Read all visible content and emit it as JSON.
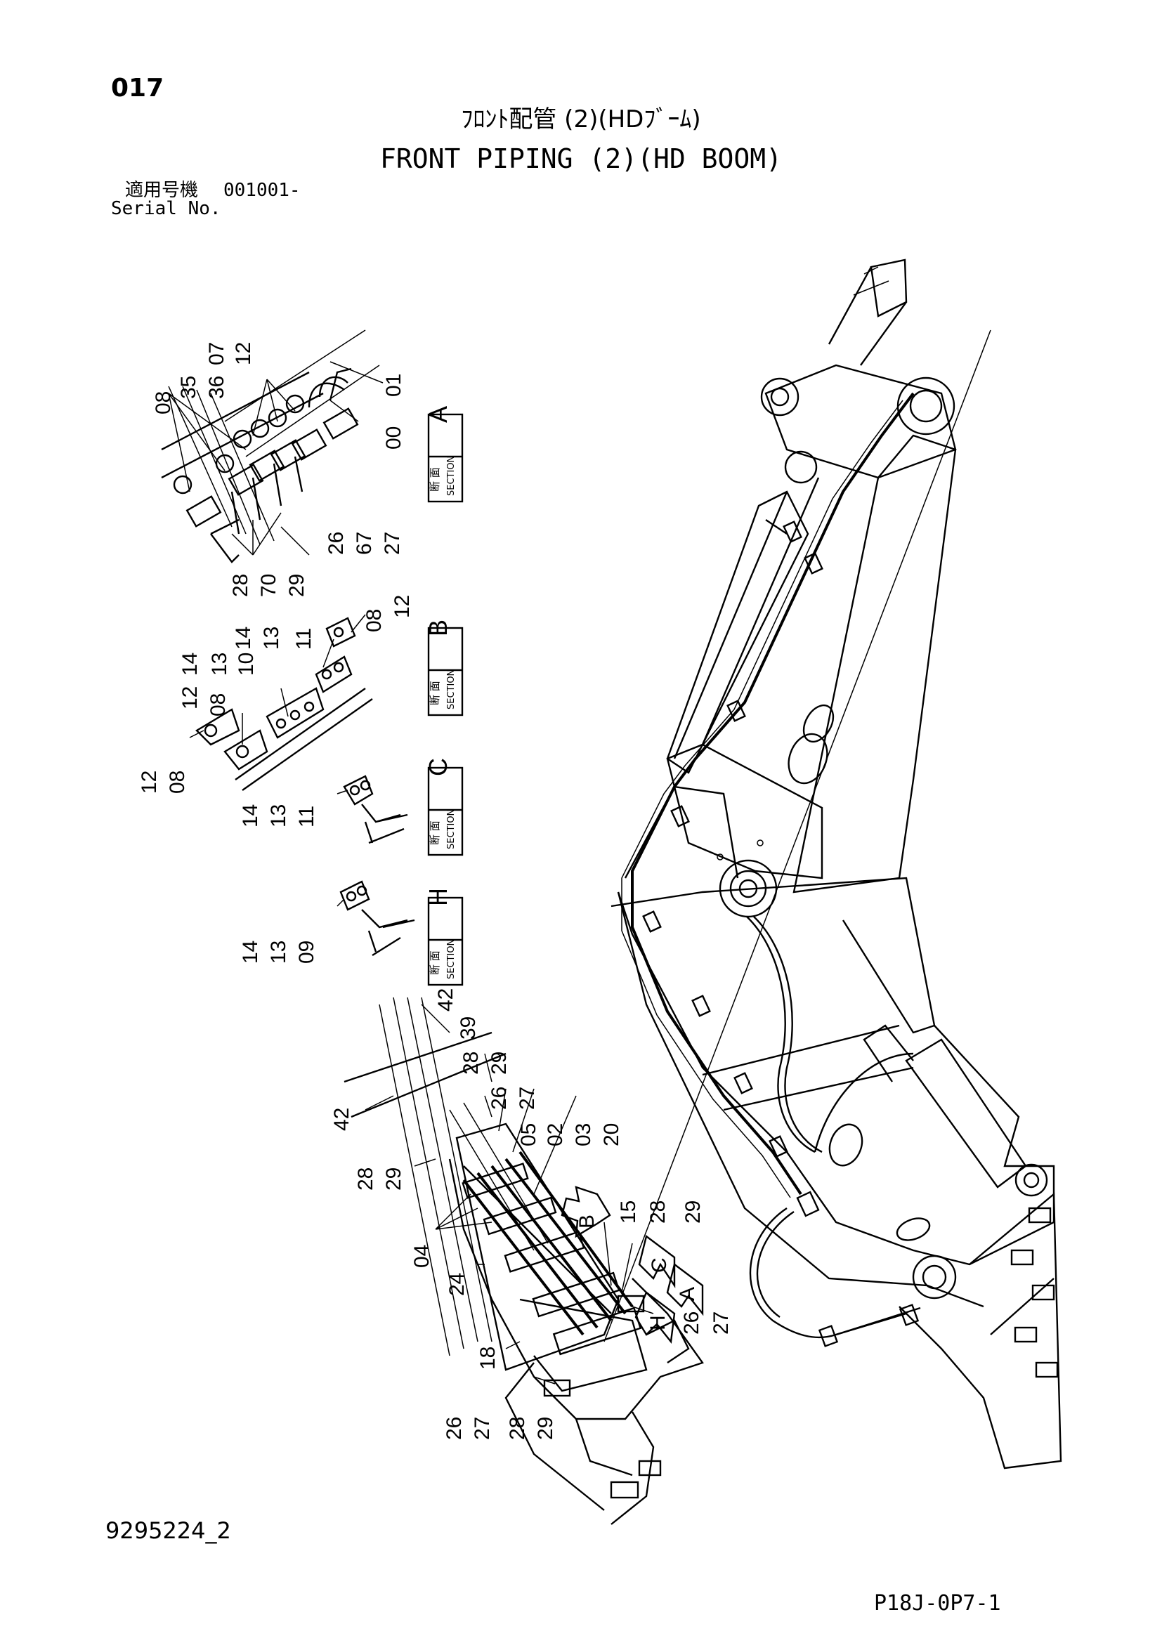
{
  "header": {
    "page_number": "017",
    "title_jp": "ﾌﾛﾝﾄ配管 (2)(HDﾌﾞｰﾑ)",
    "title_en": "FRONT PIPING (2)(HD BOOM)"
  },
  "serial": {
    "label_jp": "適用号機",
    "value": "001001-",
    "label_en": "Serial No."
  },
  "sections": [
    {
      "kanji": "断 面",
      "word": "SECTION",
      "letter": "A"
    },
    {
      "kanji": "断 面",
      "word": "SECTION",
      "letter": "B"
    },
    {
      "kanji": "断 面",
      "word": "SECTION",
      "letter": "C"
    },
    {
      "kanji": "断 面",
      "word": "SECTION",
      "letter": "H"
    }
  ],
  "view_arrows": [
    "B",
    "C",
    "A",
    "H"
  ],
  "part_labels": {
    "a": [
      "08",
      "35",
      "36",
      "07",
      "12",
      "00",
      "01",
      "26",
      "67",
      "27",
      "28",
      "70",
      "29"
    ],
    "b": [
      "14",
      "13",
      "11",
      "08",
      "12",
      "12",
      "14",
      "13",
      "10",
      "08",
      "12",
      "08"
    ],
    "c": [
      "14",
      "13",
      "11"
    ],
    "h": [
      "14",
      "13",
      "09"
    ],
    "main": [
      "42",
      "39",
      "28",
      "29",
      "26",
      "27",
      "05",
      "02",
      "03",
      "20",
      "42",
      "28",
      "29",
      "15",
      "28",
      "29",
      "04",
      "24",
      "26",
      "27",
      "18",
      "26",
      "27",
      "28",
      "29"
    ]
  },
  "footer": {
    "doc_number": "9295224_2",
    "drawing_code": "P18J-0P7-1"
  }
}
